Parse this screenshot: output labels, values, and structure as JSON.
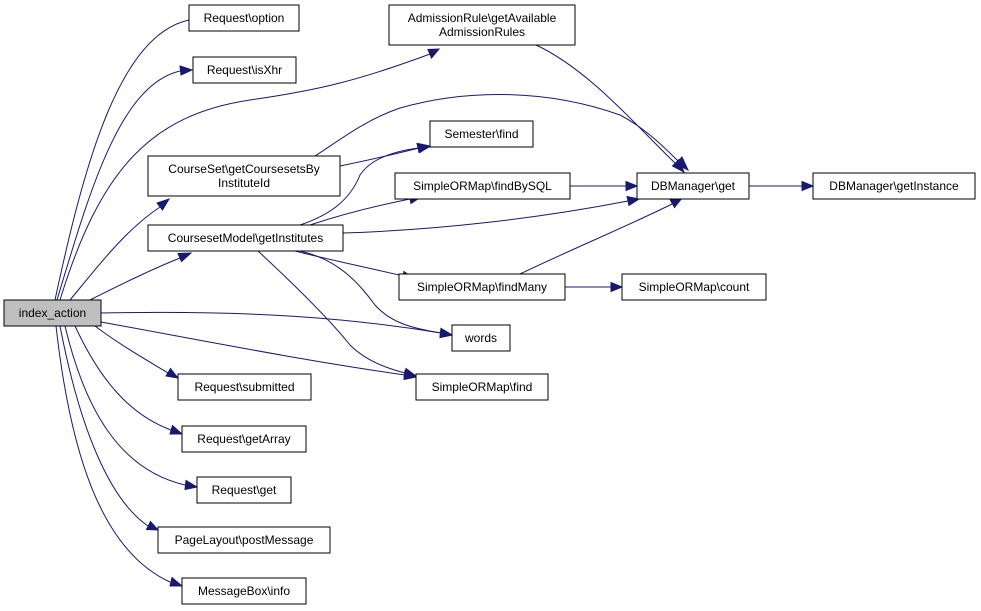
{
  "graph": {
    "edge_color": "#191970",
    "root_fill": "#bfbfbf",
    "nodes": {
      "index_action": {
        "lines": [
          "index_action"
        ]
      },
      "request_option": {
        "lines": [
          "Request\\option"
        ]
      },
      "request_isxhr": {
        "lines": [
          "Request\\isXhr"
        ]
      },
      "admissionrule": {
        "lines": [
          "AdmissionRule\\getAvailable",
          "AdmissionRules"
        ]
      },
      "courseset_get": {
        "lines": [
          "CourseSet\\getCoursesetsBy",
          "InstituteId"
        ]
      },
      "semester_find": {
        "lines": [
          "Semester\\find"
        ]
      },
      "findbysql": {
        "lines": [
          "SimpleORMap\\findBySQL"
        ]
      },
      "dbmanager_get": {
        "lines": [
          "DBManager\\get"
        ]
      },
      "dbmanager_getinstance": {
        "lines": [
          "DBManager\\getInstance"
        ]
      },
      "coursesetmodel": {
        "lines": [
          "CoursesetModel\\getInstitutes"
        ]
      },
      "findmany": {
        "lines": [
          "SimpleORMap\\findMany"
        ]
      },
      "sorm_count": {
        "lines": [
          "SimpleORMap\\count"
        ]
      },
      "words": {
        "lines": [
          "words"
        ]
      },
      "request_submitted": {
        "lines": [
          "Request\\submitted"
        ]
      },
      "sorm_find": {
        "lines": [
          "SimpleORMap\\find"
        ]
      },
      "request_getarray": {
        "lines": [
          "Request\\getArray"
        ]
      },
      "request_get": {
        "lines": [
          "Request\\get"
        ]
      },
      "pagelayout": {
        "lines": [
          "PageLayout\\postMessage"
        ]
      },
      "messagebox": {
        "lines": [
          "MessageBox\\info"
        ]
      }
    }
  }
}
